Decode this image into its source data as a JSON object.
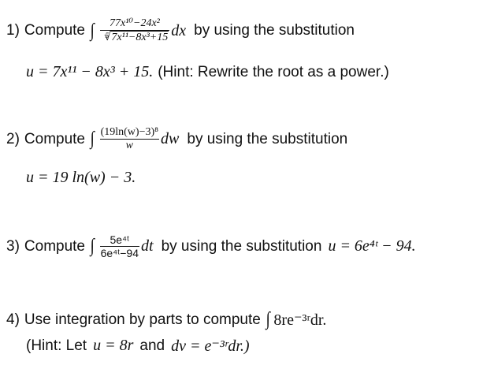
{
  "problems": [
    {
      "num": "1)",
      "compute": "Compute",
      "integral_sign": "∫",
      "numerator": "77x¹⁰−24x²",
      "root_index": "5",
      "radicand": "7x¹¹−8x³+15",
      "differential": "dx",
      "suffix": "by using the substitution",
      "sub_line": "u = 7x¹¹ − 8x³ + 15.",
      "hint": "(Hint: Rewrite the root as a power.)"
    },
    {
      "num": "2)",
      "compute": "Compute",
      "integral_sign": "∫",
      "numerator": "(19ln(w)−3)⁸",
      "denominator": "w",
      "differential": "dw",
      "suffix": "by using the substitution",
      "sub_line": "u = 19 ln(w) − 3."
    },
    {
      "num": "3)",
      "compute": "Compute",
      "integral_sign": "∫",
      "numerator": "5e⁴ᵗ",
      "denominator": "6e⁴ᵗ−94",
      "differential": "dt",
      "suffix": "by using the substitution",
      "sub_expr": "u = 6e⁴ᵗ − 94."
    },
    {
      "num": "4)",
      "text": "Use integration by parts to compute",
      "integral_sign": "∫",
      "integrand": "8re⁻³ʳdr.",
      "hint_prefix": "(Hint: Let",
      "hint_u": "u = 8r",
      "hint_and": "and",
      "hint_dv": "dv = e⁻³ʳdr.)"
    }
  ]
}
